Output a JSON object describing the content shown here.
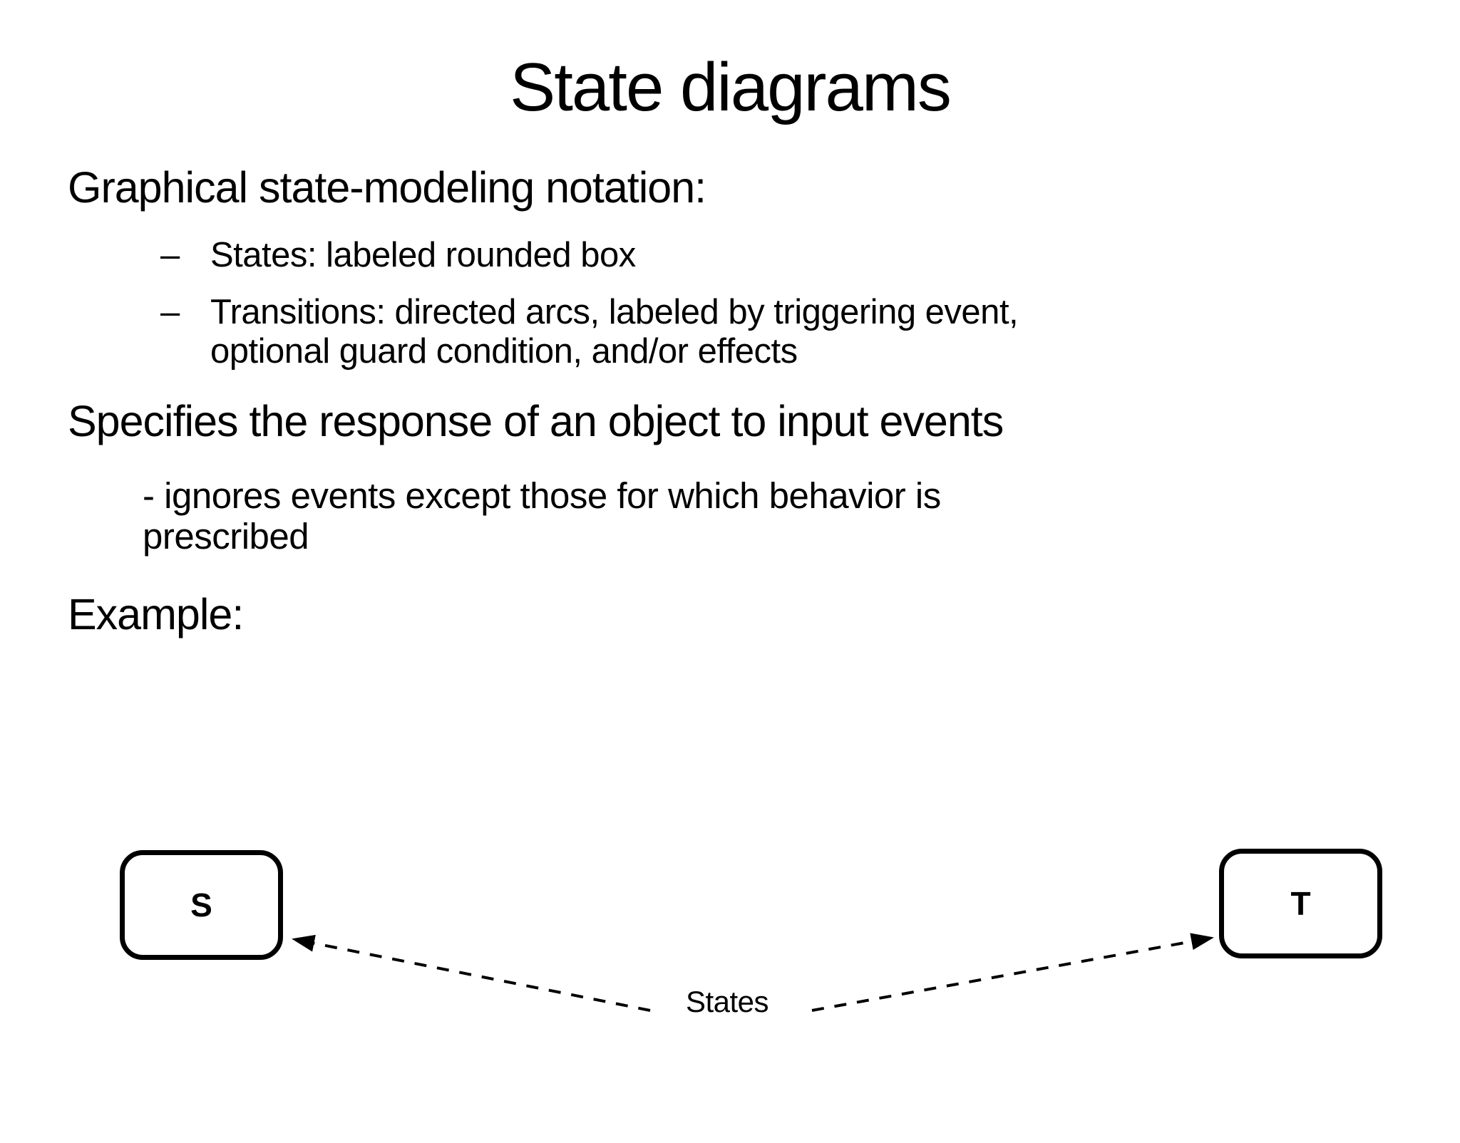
{
  "slide": {
    "title": "State diagrams",
    "heading1": "Graphical state-modeling notation:",
    "bullets": [
      {
        "marker": "–",
        "lines": [
          "States: labeled rounded box"
        ]
      },
      {
        "marker": "–",
        "lines": [
          "Transitions: directed arcs, labeled by triggering event,",
          "optional guard condition, and/or effects"
        ]
      }
    ],
    "heading2": "Specifies the response of an object to input events",
    "sub_note_lines": [
      "- ignores events except those for which behavior is",
      "prescribed"
    ],
    "heading3": "Example:",
    "diagram": {
      "state_s_label": "S",
      "state_t_label": "T",
      "annotation_label": "States"
    },
    "colors": {
      "text": "#000000",
      "background": "#ffffff"
    }
  }
}
